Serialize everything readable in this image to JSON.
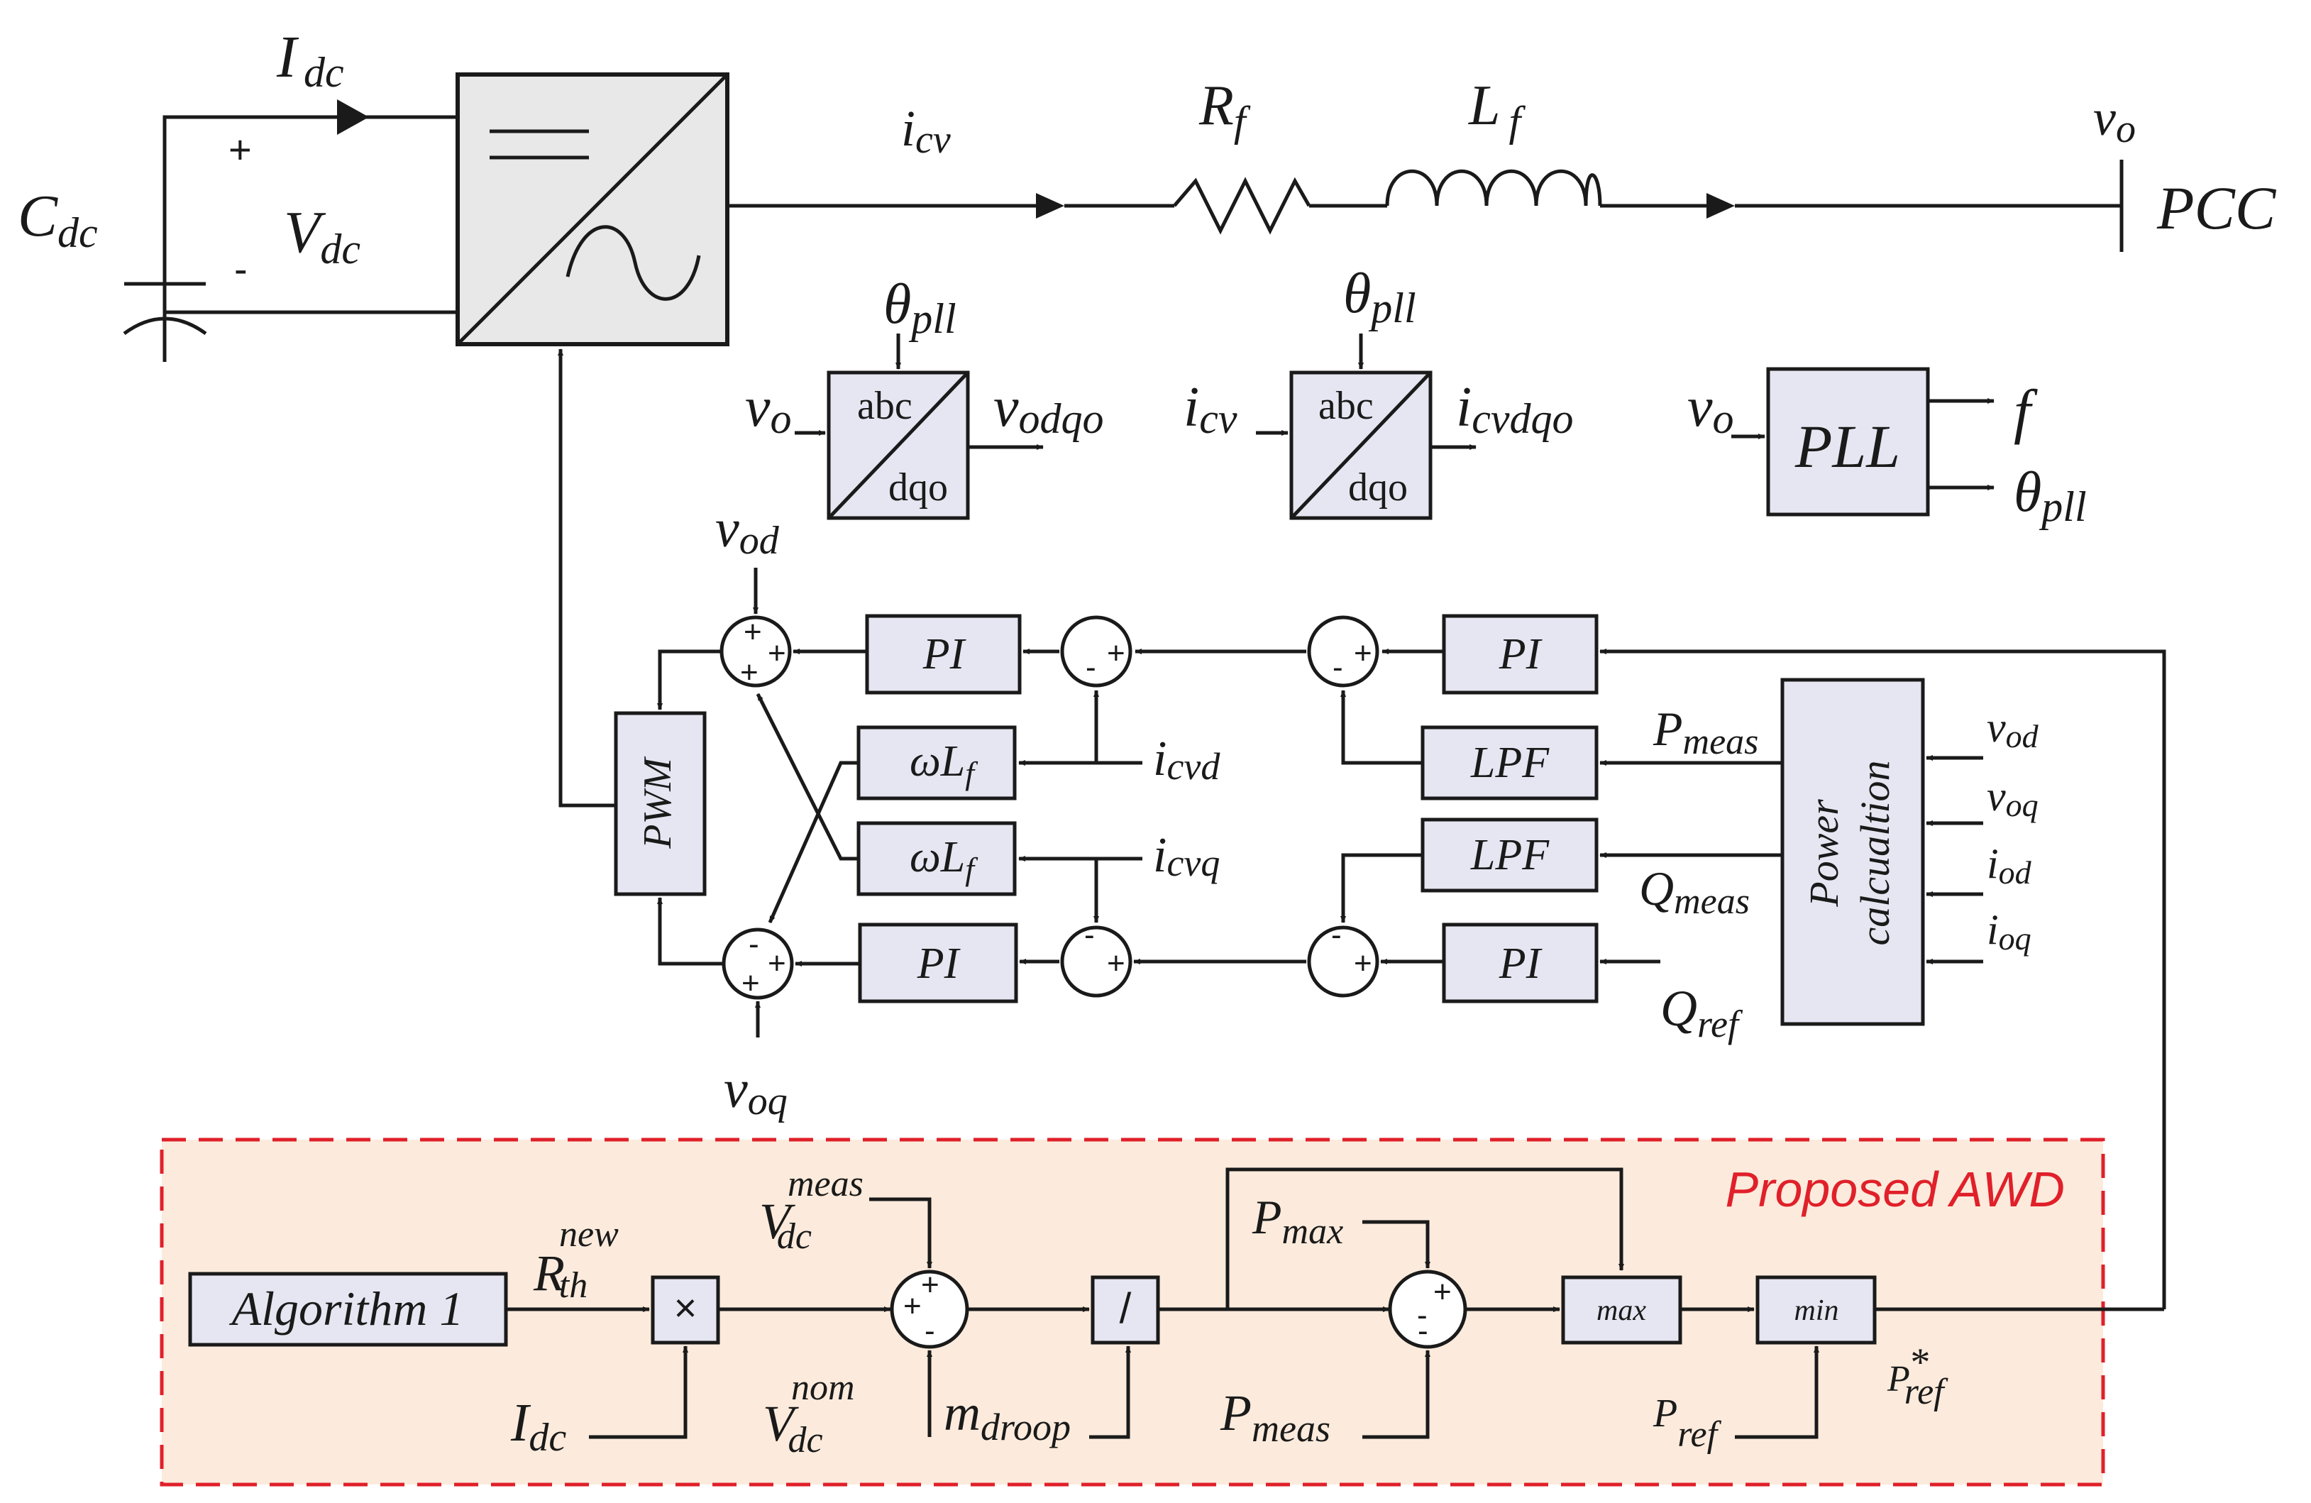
{
  "labels": {
    "idc_top_main": "I",
    "idc_top_sub": "dc",
    "cdc_main": "C",
    "cdc_sub": "dc",
    "vdc_main": "V",
    "vdc_sub": "dc",
    "plus_sign": "+",
    "minus_sign": "-",
    "icv_main": "i",
    "icv_sub": "cv",
    "rf_main": "R",
    "rf_sub": "f",
    "lf_main": "L",
    "lf_sub": "f",
    "vo_main": "v",
    "vo_sub": "o",
    "pcc": "PCC",
    "theta_main": "θ",
    "theta_sub": "pll",
    "vodqo_main": "v",
    "vodqo_sub": "odqo",
    "icvdqo_main": "i",
    "icvdqo_sub": "cvdqo",
    "f_out": "f",
    "vod_main": "v",
    "vod_sub": "od",
    "voq_main": "v",
    "voq_sub": "oq",
    "icvd_main": "i",
    "icvd_sub": "cvd",
    "icvq_main": "i",
    "icvq_sub": "cvq",
    "pmeas_main": "P",
    "pmeas_sub": "meas",
    "qmeas_main": "Q",
    "qmeas_sub": "meas",
    "qref_main": "Q",
    "qref_sub": "ref",
    "iod_main": "i",
    "iod_sub": "od",
    "ioq_main": "i",
    "ioq_sub": "oq",
    "rth_main": "R",
    "rth_sub": "th",
    "rth_sup": "new",
    "vdcmeas_main": "V",
    "vdcmeas_sub": "dc",
    "vdcmeas_sup": "meas",
    "vdcnom_main": "V",
    "vdcnom_sub": "dc",
    "vdcnom_sup": "nom",
    "idc_main": "I",
    "idc_sub": "dc",
    "mdroop_main": "m",
    "mdroop_sub": "droop",
    "pmax_main": "P",
    "pmax_sub": "max",
    "pref_main": "P",
    "pref_sub": "ref",
    "prefstar_main": "P",
    "prefstar_sub": "ref",
    "prefstar_sup": "*"
  },
  "blocks": {
    "abc": "abc",
    "dqo": "dqo",
    "pll": "PLL",
    "pi": "PI",
    "lpf": "LPF",
    "pwm": "PWM",
    "wl_main": "ωL",
    "wl_sub": "f",
    "power_line1": "Power",
    "power_line2": "calcualtion",
    "algorithm": "Algorithm 1",
    "multiply": "×",
    "divide": "/",
    "max": "max",
    "min": "min"
  },
  "awd_title": "Proposed AWD",
  "colors": {
    "block_fill": "#e6e6f2",
    "awd_fill": "#fcebdc",
    "awd_border": "#e0202a",
    "line": "#1a1a1a"
  }
}
